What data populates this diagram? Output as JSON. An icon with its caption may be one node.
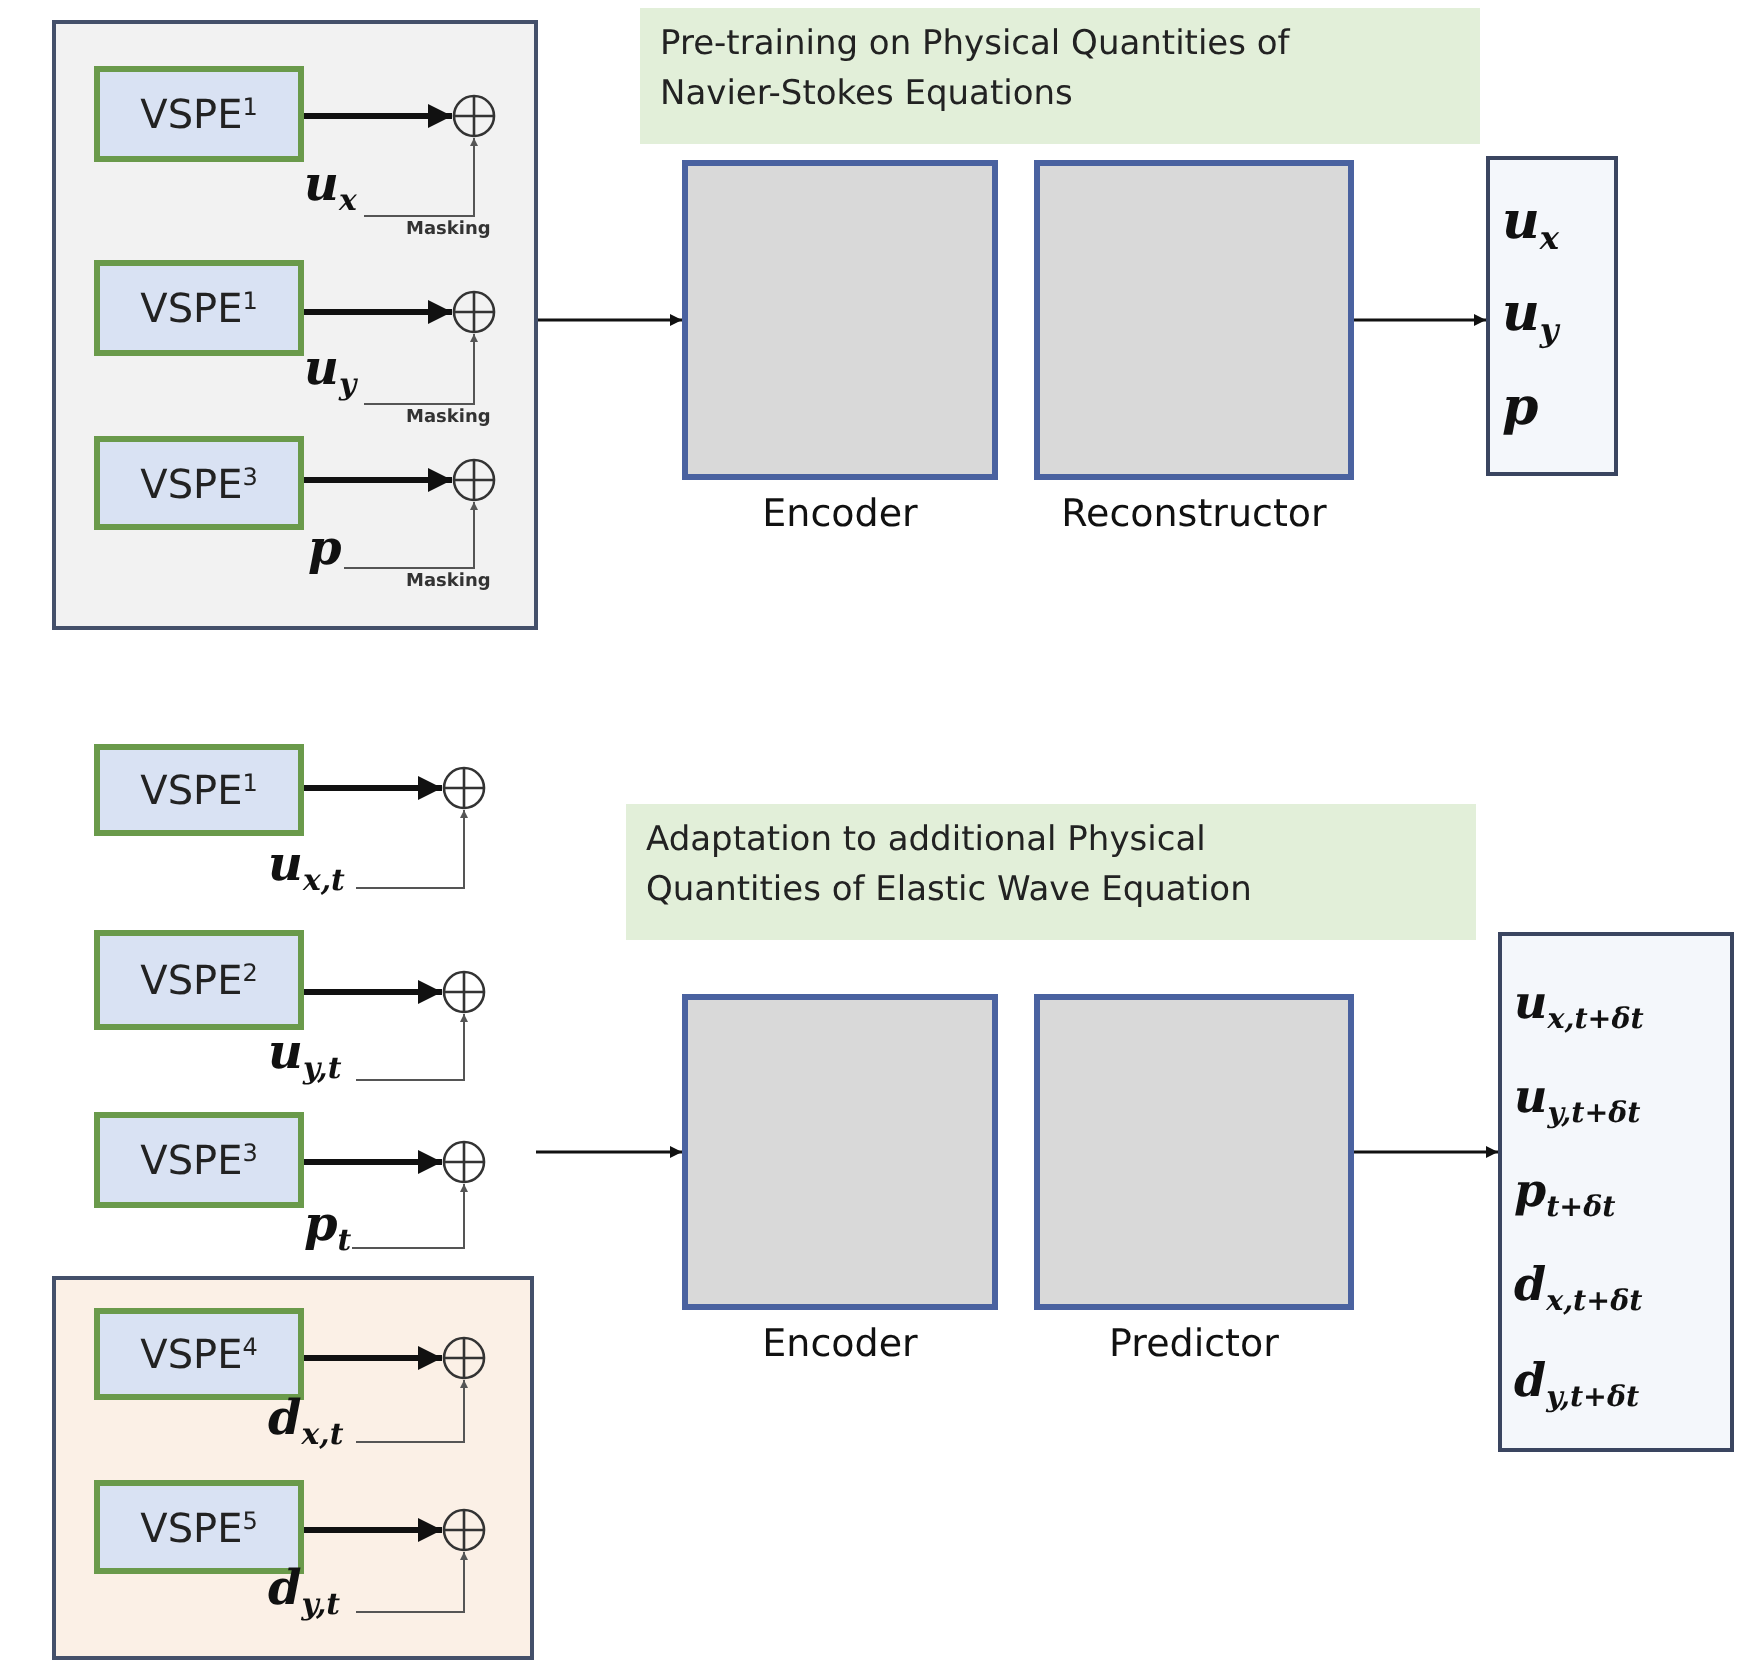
{
  "diagram": {
    "nodes": [
      {
        "text": [],
        "shape": "box"
      },
      {
        "text": [
          "VSPE$^{1}$"
        ],
        "in": 0
      },
      {
        "text": [],
        "shape": "circle",
        "in": 0
      },
      {
        "text": [
          "u$_{x}$"
        ],
        "in": 0
      },
      {
        "text": [
          "VSPE$^{1}$"
        ],
        "in": 0
      },
      {
        "text": [],
        "shape": "circle",
        "in": 0
      },
      {
        "text": [
          "u$_{y}$"
        ],
        "in": 0
      },
      {
        "text": [
          "VSPE$^{3}$"
        ],
        "in": 0
      },
      {
        "text": [],
        "shape": "circle",
        "in": 0
      },
      {
        "text": [
          "p"
        ],
        "in": 0
      },
      {
        "text": [
          "Pre-training on Physical Quantities of Navier-Stokes Equations"
        ]
      },
      {
        "text": [
          "Encoder"
        ]
      },
      {
        "text": [
          "Reconstructor"
        ]
      },
      {
        "text": [
          "u$_{x}$",
          "u$_{y}$",
          "p"
        ]
      },
      {
        "text": [
          "VSPE$^{1}$"
        ]
      },
      {
        "text": [],
        "shape": "circle"
      },
      {
        "text": [
          "u$_{x,t}$"
        ]
      },
      {
        "text": [
          "VSPE$^{2}$"
        ]
      },
      {
        "text": [],
        "shape": "circle"
      },
      {
        "text": [
          "u$_{y,t}$"
        ]
      },
      {
        "text": [
          "VSPE$^{3}$"
        ]
      },
      {
        "text": [],
        "shape": "circle"
      },
      {
        "text": [
          "p$_{t}$"
        ]
      },
      {
        "text": [],
        "shape": "box"
      },
      {
        "text": [
          "VSPE$^{4}$"
        ],
        "in": 23
      },
      {
        "text": [],
        "shape": "circle",
        "in": 23
      },
      {
        "text": [
          "d$_{x,t}$"
        ],
        "in": 23
      },
      {
        "text": [
          "VSPE$^{5}$"
        ],
        "in": 23
      },
      {
        "text": [],
        "shape": "circle",
        "in": 23
      },
      {
        "text": [
          "d$_{y,t}$"
        ],
        "in": 23
      },
      {
        "text": [
          "Adaptation to additional Physical Quantities of Elastic Wave Equation"
        ]
      },
      {
        "text": [
          "Encoder"
        ]
      },
      {
        "text": [
          "Predictor"
        ]
      },
      {
        "text": [
          "u$_{x,t+δt}$",
          "u$_{y,t+δt}$",
          "p$_{t+δt}$",
          "d$_{x,t+δt}$",
          "d$_{y,t+δt}$"
        ]
      }
    ],
    "edges": [
      {
        "from": 1,
        "to": 2,
        "arrow": "to",
        "style": "thick"
      },
      {
        "from": 3,
        "to": 2,
        "arrow": "to",
        "label": "Masking"
      },
      {
        "from": 4,
        "to": 5,
        "arrow": "to",
        "style": "thick"
      },
      {
        "from": 6,
        "to": 5,
        "arrow": "to",
        "label": "Masking"
      },
      {
        "from": 7,
        "to": 8,
        "arrow": "to",
        "style": "thick"
      },
      {
        "from": 9,
        "to": 8,
        "arrow": "to",
        "label": "Masking"
      },
      {
        "from": 0,
        "to": 11,
        "arrow": "to"
      },
      {
        "from": 12,
        "to": 13,
        "arrow": "to"
      },
      {
        "from": 14,
        "to": 15,
        "arrow": "to",
        "style": "thick"
      },
      {
        "from": 16,
        "to": 15,
        "arrow": "to"
      },
      {
        "from": 17,
        "to": 18,
        "arrow": "to",
        "style": "thick"
      },
      {
        "from": 19,
        "to": 18,
        "arrow": "to"
      },
      {
        "from": 20,
        "to": 21,
        "arrow": "to",
        "style": "thick"
      },
      {
        "from": 22,
        "to": 21,
        "arrow": "to"
      },
      {
        "from": 24,
        "to": 25,
        "arrow": "to",
        "style": "thick"
      },
      {
        "from": 26,
        "to": 25,
        "arrow": "to"
      },
      {
        "from": 27,
        "to": 28,
        "arrow": "to",
        "style": "thick"
      },
      {
        "from": 29,
        "to": 28,
        "arrow": "to"
      },
      {
        "from": null,
        "to": 31,
        "arrow": "to"
      },
      {
        "from": 32,
        "to": 33,
        "arrow": "to"
      }
    ]
  }
}
